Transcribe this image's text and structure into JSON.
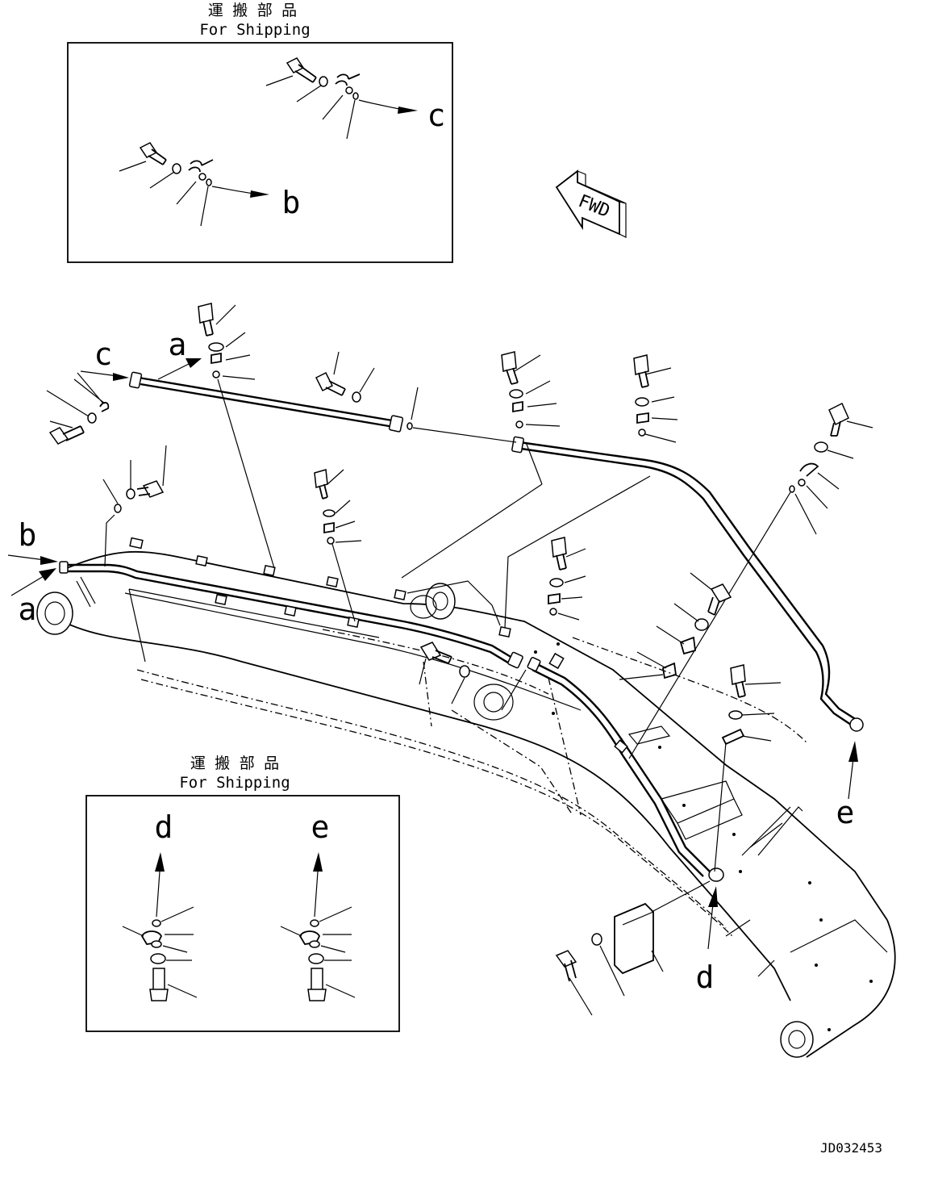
{
  "shipping_boxes": [
    {
      "title_jp": "運 搬 部 品",
      "title_en": "For Shipping",
      "connection_labels": [
        "c",
        "b"
      ]
    },
    {
      "title_jp": "運 搬 部 品",
      "title_en": "For Shipping",
      "connection_labels": [
        "d",
        "e"
      ]
    }
  ],
  "fwd_label": "FWD",
  "main_labels": {
    "c": "c",
    "a_top": "a",
    "b": "b",
    "a_left": "a",
    "e": "e",
    "d": "d"
  },
  "drawing_number": "JD032453"
}
